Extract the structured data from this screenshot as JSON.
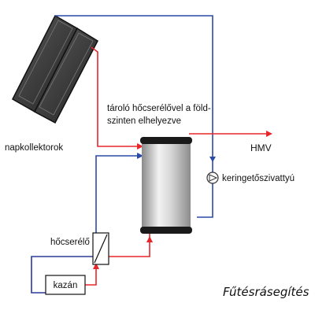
{
  "labels": {
    "collector": "napkollektorok",
    "tank_line1": "tároló hőcserélővel a föld-",
    "tank_line2": "szinten elhelyezve",
    "hmv": "HMV",
    "pump": "keringetőszivattyú",
    "heat_exchanger": "hőcserélő",
    "boiler": "kazán",
    "title": "Fűtésrásegítés"
  },
  "colors": {
    "hot_pipe": "#e8262a",
    "cold_pipe": "#2a4aa8",
    "boiler_loop": "#2a3a9a"
  },
  "icons": {
    "pump": "pump-icon",
    "heat_exchanger": "heat-exchanger-icon"
  }
}
